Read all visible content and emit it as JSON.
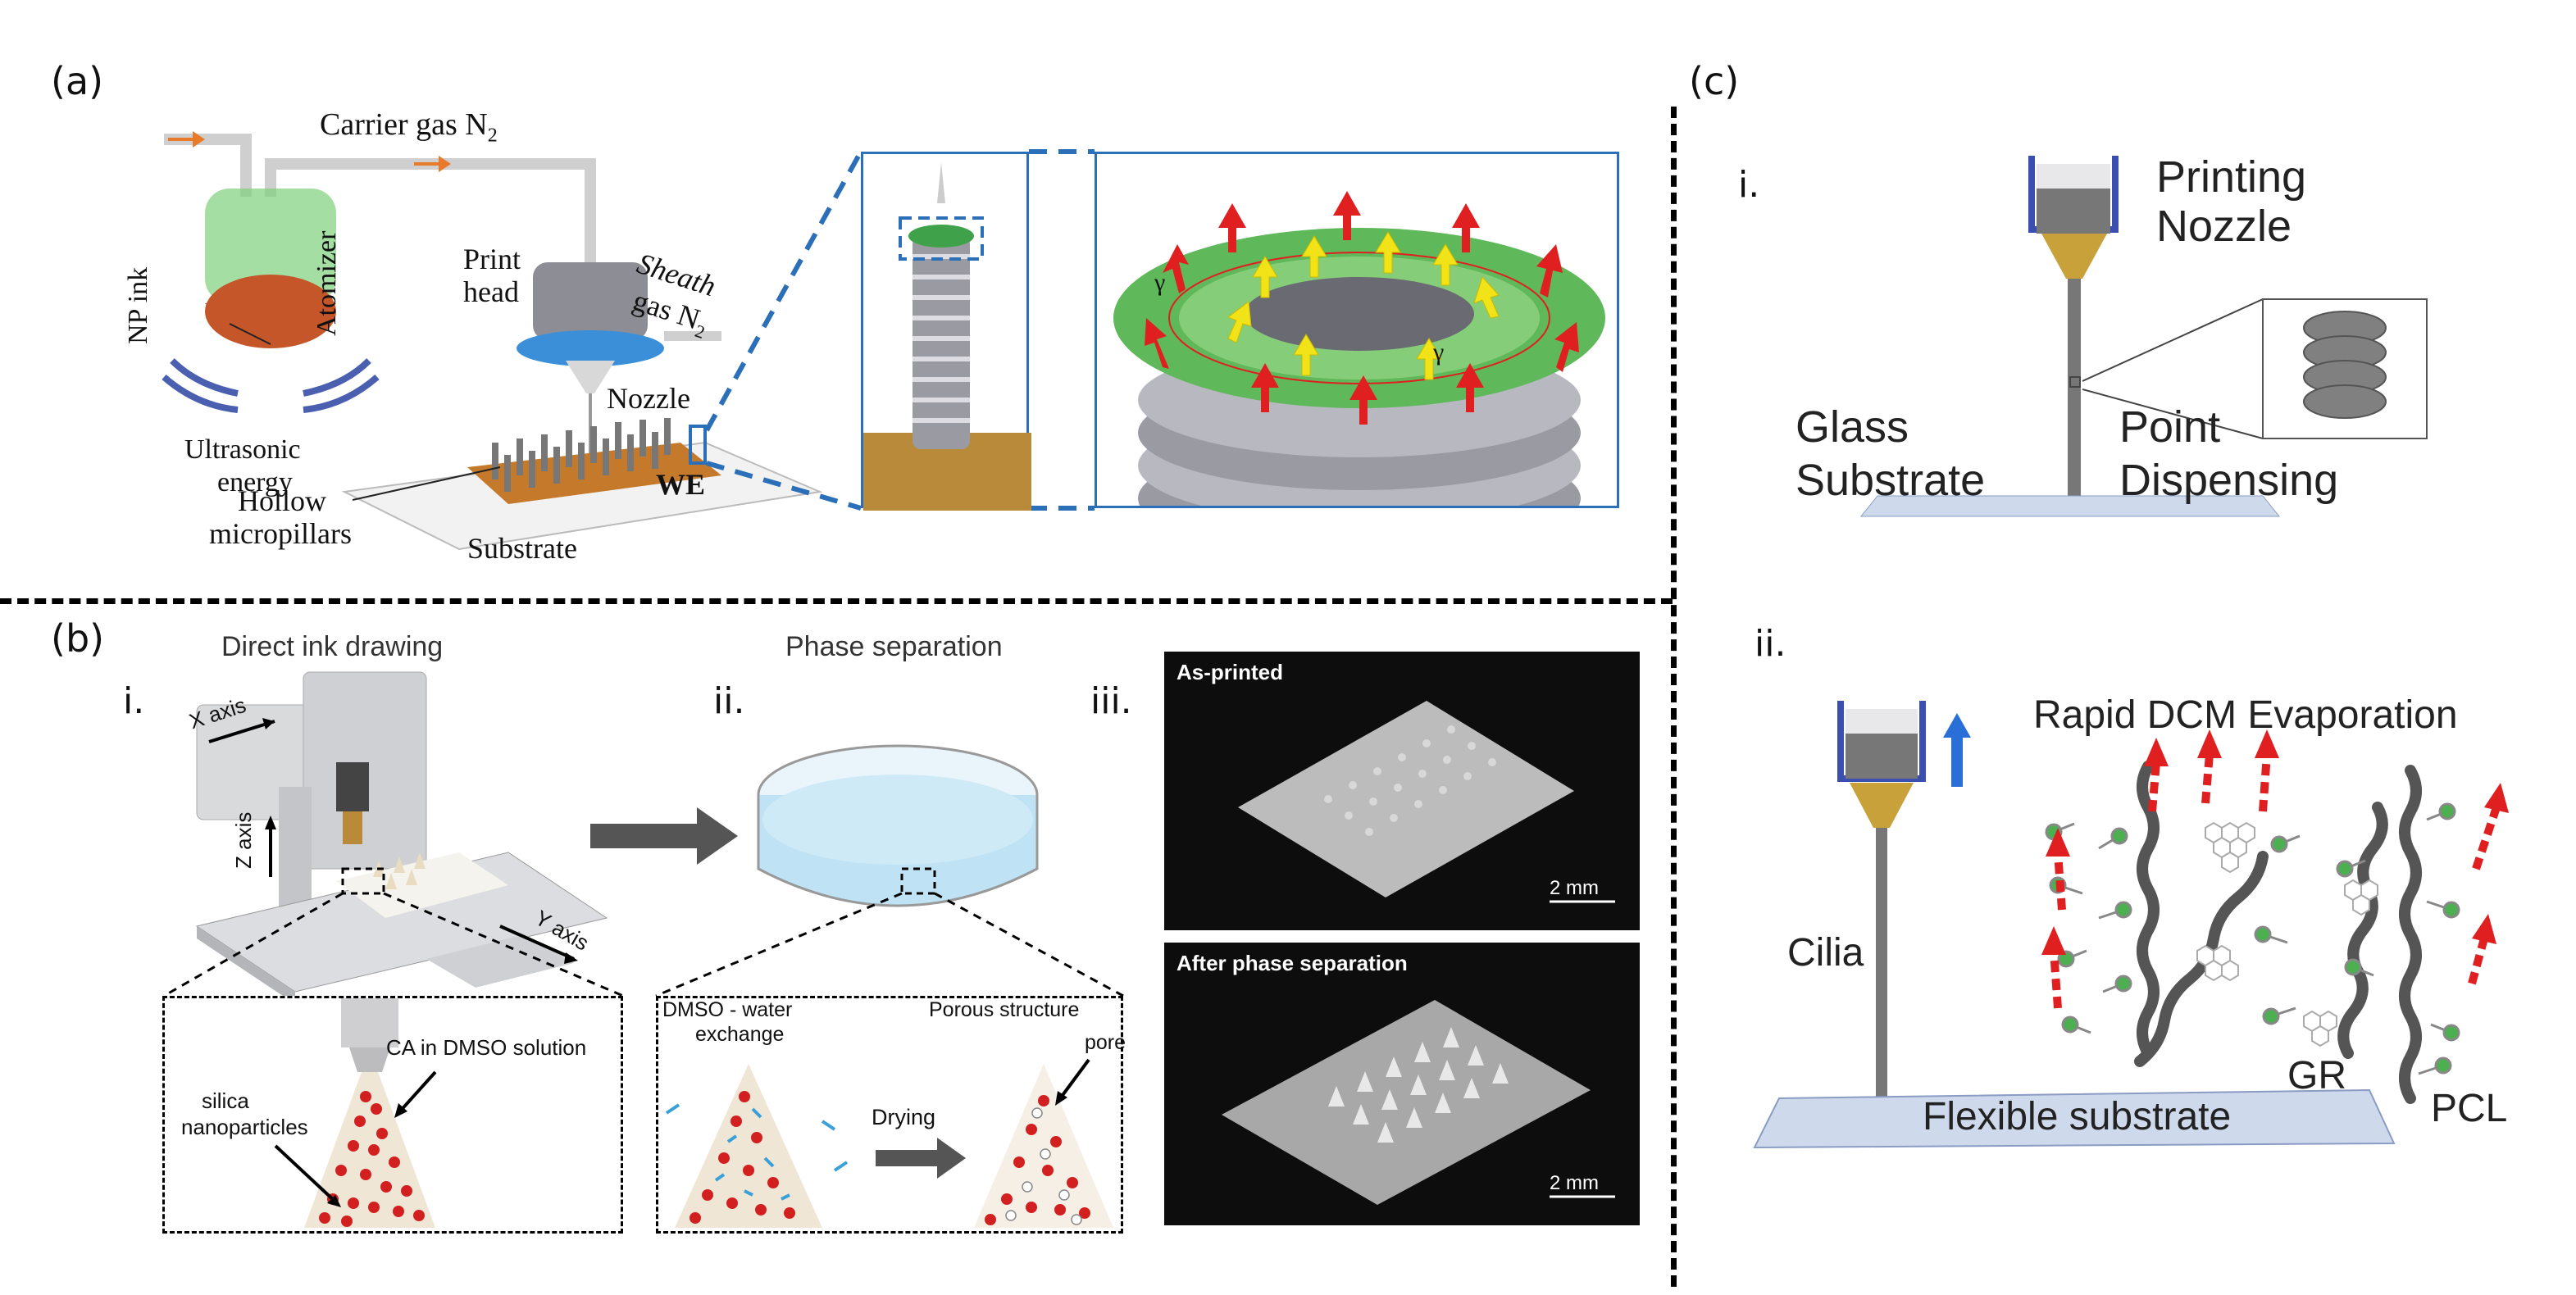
{
  "panel_a": {
    "label": "(a)",
    "carrier_gas": "Carrier gas N",
    "carrier_sub": "2",
    "np_ink": "NP ink",
    "atomizer": "Atomizer",
    "ultrasonic": "Ultrasonic",
    "energy": "energy",
    "print": "Print",
    "head": "head",
    "sheath": "Sheath",
    "gas": "gas N",
    "sheath_sub": "2",
    "nozzle": "Nozzle",
    "we": "WE",
    "hollow": "Hollow",
    "micropillars": "micropillars",
    "substrate": "Substrate",
    "gamma": "γ"
  },
  "panel_b": {
    "label": "(b)",
    "sub_i": "i.",
    "sub_ii": "ii.",
    "sub_iii": "iii.",
    "title_i": "Direct ink drawing",
    "title_ii": "Phase separation",
    "x_axis": "X axis",
    "y_axis": "Y axis",
    "z_axis": "Z axis",
    "silica": "silica",
    "nanoparticles": "nanoparticles",
    "ca_dmso": "CA in DMSO solution",
    "dmso_water": "DMSO - water",
    "exchange": "exchange",
    "porous": "Porous structure",
    "drying": "Drying",
    "pore": "pore",
    "as_printed": "As-printed",
    "after_phase": "After phase separation",
    "scale1": "2 mm",
    "scale2": "2 mm"
  },
  "panel_c": {
    "label": "(c)",
    "sub_i": "i.",
    "sub_ii": "ii.",
    "printing": "Printing",
    "nozzle": "Nozzle",
    "glass": "Glass",
    "substrate": "Substrate",
    "point": "Point",
    "dispensing": "Dispensing",
    "rapid": "Rapid DCM Evaporation",
    "cilia": "Cilia",
    "gr": "GR",
    "pcl": "PCL",
    "flexible": "Flexible substrate"
  },
  "colors": {
    "blue_dash": "#2a6fb8",
    "green": "#3fa24a",
    "red_arrow": "#e02020",
    "yellow_arrow": "#f2e318",
    "orange": "#e87a2a"
  }
}
